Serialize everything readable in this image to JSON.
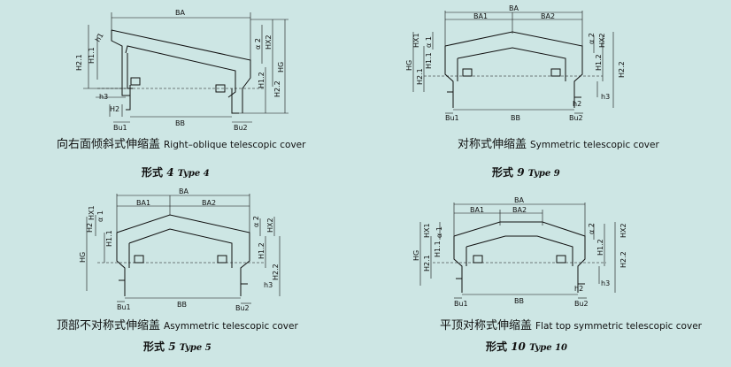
{
  "colors": {
    "background": "#cde6e4",
    "ink": "#111111"
  },
  "panels": [
    {
      "caption_cn": "向右面倾斜式伸缩盖",
      "caption_en": "Right–oblique telescopic cover",
      "type_cn": "形式",
      "type_num": "4",
      "type_en": "Type 4",
      "labels": {
        "ba": "BA",
        "h1": "h1",
        "h21": "H2.1",
        "h11": "H1.1",
        "a2": "α 2",
        "hx2": "HX2",
        "hg": "HG",
        "h12": "H1.2",
        "h22": "H2.2",
        "h3": "h3",
        "h2": "H2",
        "bu1": "Bu1",
        "bb": "BB",
        "bu2": "Bu2"
      }
    },
    {
      "caption_cn": "对称式伸缩盖",
      "caption_en": "Symmetric telescopic cover",
      "type_cn": "形式",
      "type_num": "9",
      "type_en": "Type 9",
      "labels": {
        "ba": "BA",
        "ba1": "BA1",
        "ba2": "BA2",
        "hx1": "HX1",
        "a1": "α 1",
        "hg": "HG",
        "h21": "H2.1",
        "h11": "H1.1",
        "a2": "α 2",
        "hx2": "HX2",
        "h12": "H1.2",
        "h22": "H2.2",
        "h3": "h3",
        "h2": "h2",
        "bu1": "Bu1",
        "bb": "BB",
        "bu2": "Bu2"
      }
    },
    {
      "caption_cn": "顶部不对称式伸缩盖",
      "caption_en": "Asymmetric telescopic cover",
      "type_cn": "形式",
      "type_num": "5",
      "type_en": "Type 5",
      "labels": {
        "ba": "BA",
        "ba1": "BA1",
        "ba2": "BA2",
        "hx1": "HX1",
        "a1": "α 1",
        "h2": "H2",
        "h11": "H1.1",
        "hg": "HG",
        "a2": "α 2",
        "hx2": "HX2",
        "h12": "H1.2",
        "h22": "H2.2",
        "h3": "h3",
        "bu1": "Bu1",
        "bb": "BB",
        "bu2": "Bu2"
      }
    },
    {
      "caption_cn": "平顶对称式伸缩盖",
      "caption_en": "Flat top symmetric telescopic cover",
      "type_cn": "形式",
      "type_num": "10",
      "type_en": "Type 10",
      "labels": {
        "ba": "BA",
        "ba1": "BA1",
        "ba2": "BA2",
        "hx1": "HX1",
        "a1": "α 1",
        "hg": "HG",
        "h21": "H2.1",
        "h11": "H1.1",
        "a2": "α 2",
        "hx2": "HX2",
        "h12": "H1.2",
        "h22": "H2.2",
        "h3": "h3",
        "h2": "h2",
        "bu1": "Bu1",
        "bb": "BB",
        "bu2": "Bu2"
      }
    }
  ]
}
